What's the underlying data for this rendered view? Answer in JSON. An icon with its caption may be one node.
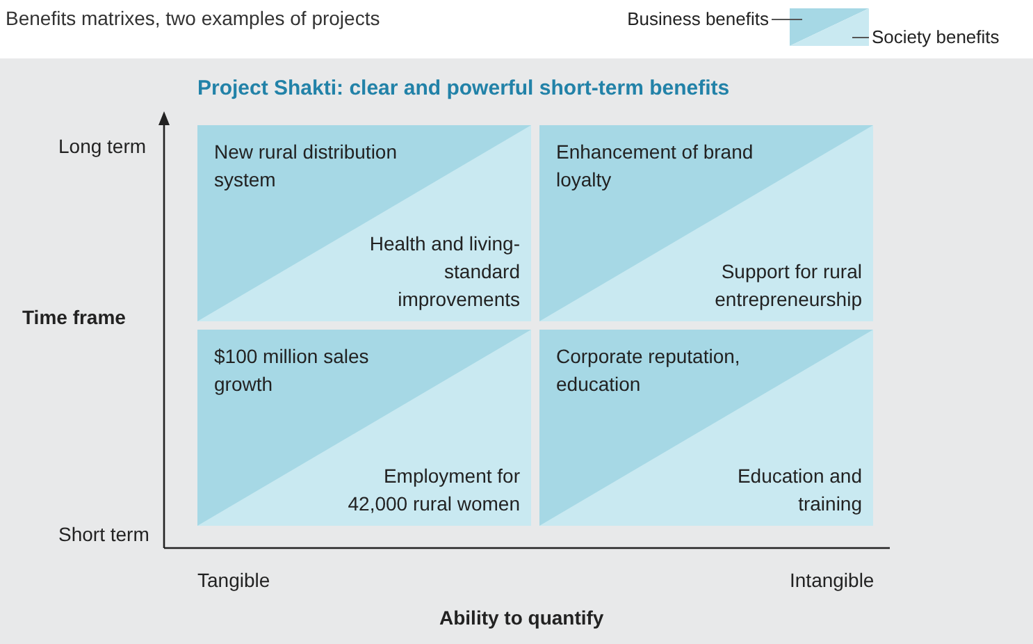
{
  "diagram": {
    "title": "Benefits matrixes, two examples of projects",
    "nodes": [
      {
        "text": [
          "Project Shakti: clear and powerful short-term benefits"
        ]
      },
      {
        "text": [
          "New rural distribution system",
          "Health and living-standard improvements"
        ],
        "in": 0
      },
      {
        "text": [
          "Enhancement of brand loyalty",
          "Support for rural entrepreneurship"
        ],
        "in": 0
      },
      {
        "text": [
          "$100 million sales growth",
          "Employment for 42,000 rural women"
        ],
        "in": 0
      },
      {
        "text": [
          "Corporate reputation, education",
          "Education and training"
        ],
        "in": 0
      }
    ],
    "edges": [],
    "labels": [
      "Long term",
      "Time frame",
      "Short term",
      "Tangible",
      "Intangible",
      "Ability to quantify"
    ],
    "legend": [
      {
        "text": "Business benefits",
        "color": "#a6d8e5"
      },
      {
        "text": "Society benefits",
        "color": "#c9e9f1"
      }
    ]
  }
}
